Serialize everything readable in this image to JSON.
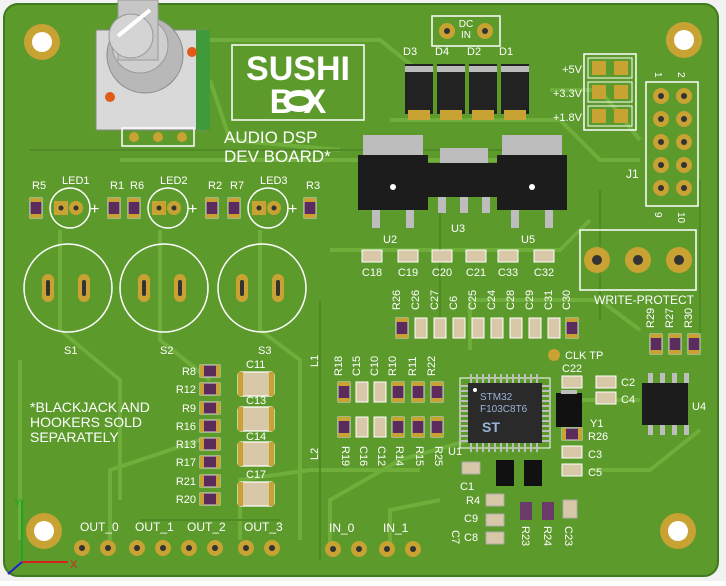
{
  "board": {
    "logo_top": "SUSHI",
    "logo_bottom": "B X",
    "title_line1": "AUDIO DSP",
    "title_line2": "DEV BOARD*",
    "footnote_line1": "*BLACKJACK AND",
    "footnote_line2": "HOOKERS SOLD",
    "footnote_line3": "SEPARATELY",
    "dc_in": "DC\nIN",
    "write_protect": "WRITE-PROTECT",
    "clk_tp": "CLK TP",
    "mcu_line1": "STM32",
    "mcu_line2": "F103C8T6",
    "colors": {
      "pcb": "#5c9a2c",
      "pcb_dark": "#4c8524",
      "trace": "#6fae3a",
      "pad_gold": "#c8a233",
      "silkscreen": "#ffffff",
      "ic_black": "#1c1c1c",
      "cap_beige": "#d8c8a8"
    }
  },
  "labels": {
    "leds": [
      "LED1",
      "LED2",
      "LED3"
    ],
    "switches": [
      "S1",
      "S2",
      "S3"
    ],
    "resistors_top": [
      "R5",
      "R1",
      "R6",
      "R2",
      "R7",
      "R3"
    ],
    "diodes": [
      "D3",
      "D4",
      "D2",
      "D1"
    ],
    "voltages": [
      "+5V",
      "+3.3V",
      "+1.8V"
    ],
    "j1": "J1",
    "j1_pins": [
      "1",
      "2",
      "9",
      "10"
    ],
    "regulators": [
      "U2",
      "U3",
      "U5"
    ],
    "cap_row1": [
      "C18",
      "C19",
      "C20",
      "C21",
      "C33",
      "C32"
    ],
    "cap_row2": [
      "R26",
      "C26",
      "C27",
      "C6",
      "C25",
      "C24",
      "C28",
      "C29",
      "C31",
      "C30"
    ],
    "rp_right": [
      "R29",
      "R27",
      "R30"
    ],
    "left_r_col": [
      "R8",
      "R12",
      "R9",
      "R16",
      "R13",
      "R17",
      "R21",
      "R20"
    ],
    "big_caps": [
      "C11",
      "C13",
      "C14",
      "C17"
    ],
    "mid_top": [
      "R18",
      "C15",
      "C10",
      "R10",
      "R11",
      "R22"
    ],
    "mid_bottom": [
      "R19",
      "C16",
      "C12",
      "R14",
      "R15",
      "R25"
    ],
    "l_labels": [
      "L1",
      "L2"
    ],
    "u1": "U1",
    "u4": "U4",
    "y1": "Y1",
    "right_small": [
      "C22",
      "C2",
      "C4",
      "R26",
      "C3",
      "C5"
    ],
    "bottom_small": [
      "C1",
      "R4",
      "C9",
      "C8",
      "C7",
      "R23",
      "R24",
      "C23"
    ],
    "outputs": [
      "OUT_0",
      "OUT_1",
      "OUT_2",
      "OUT_3"
    ],
    "inputs": [
      "IN_0",
      "IN_1"
    ]
  }
}
